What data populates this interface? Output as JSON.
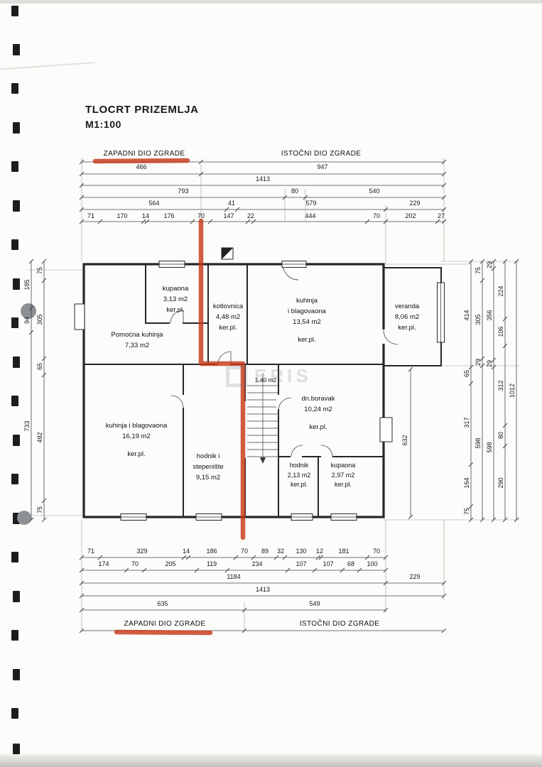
{
  "document": {
    "title": "TLOCRT PRIZEMLJA",
    "scale": "M1:100"
  },
  "section_labels": {
    "top_left": "ZAPADNI DIO ZGRADE",
    "top_right": "ISTOČNI DIO ZGRADE",
    "bottom_left": "ZAPADNI DIO ZGRADE",
    "bottom_right": "ISTOČNI DIO ZGRADE"
  },
  "top_dims": {
    "row1": [
      "466",
      "947"
    ],
    "row2": [
      "1413"
    ],
    "row3": [
      "793",
      "80",
      "540"
    ],
    "row4": [
      "564",
      "41",
      "579",
      "229"
    ],
    "row5": [
      "71",
      "170",
      "14",
      "176",
      "70",
      "147",
      "22",
      "444",
      "70",
      "202",
      "27"
    ]
  },
  "bottom_dims": {
    "row1": [
      "71",
      "329",
      "14",
      "186",
      "70",
      "89",
      "32",
      "130",
      "12",
      "181",
      "70"
    ],
    "row2": [
      "174",
      "70",
      "205",
      "119",
      "234",
      "107",
      "107",
      "68",
      "100"
    ],
    "row3": [
      "1184",
      "229"
    ],
    "row4": [
      "1413"
    ],
    "row5": [
      "635",
      "549"
    ]
  },
  "left_dims": {
    "outer": [
      "185",
      "94",
      "733"
    ],
    "inner": [
      "75",
      "305",
      "65",
      "492",
      "75"
    ]
  },
  "right_dims": {
    "col1": [
      "414",
      "65",
      "317",
      "164",
      "75"
    ],
    "col2": [
      "75",
      "305",
      "29",
      "598"
    ],
    "col3": [
      "29",
      "356",
      "29",
      "598"
    ],
    "col4": [
      "224",
      "106",
      "312",
      "80",
      "290"
    ],
    "col5": [
      "1012"
    ]
  },
  "plan": {
    "inner_dim": "632",
    "rooms": [
      {
        "lines": [
          "kupaona",
          "3,13 m2",
          "ker.pl."
        ]
      },
      {
        "lines": [
          "kotlovnica",
          "4,48 m2",
          "ker.pl."
        ]
      },
      {
        "lines": [
          "kuhinja",
          "i blagovaona",
          "13,54 m2",
          "ker.pl."
        ]
      },
      {
        "lines": [
          "veranda",
          "8,06 m2",
          "ker.pl."
        ]
      },
      {
        "lines": [
          "Pomoćna kuhinja",
          "7,33 m2"
        ]
      },
      {
        "lines": [
          "1,40 m2"
        ]
      },
      {
        "lines": [
          "dn.boravak",
          "10,24 m2",
          "ker.pl."
        ]
      },
      {
        "lines": [
          "kuhinja i blagovaona",
          "16,19 m2",
          "ker.pl."
        ]
      },
      {
        "lines": [
          "hodnik i",
          "stepenište",
          "9,15 m2"
        ]
      },
      {
        "lines": [
          "hodnik",
          "2,13 m2",
          "ker.pl."
        ]
      },
      {
        "lines": [
          "kupaona",
          "2,97 m2",
          "ker.pl."
        ]
      }
    ]
  },
  "watermark": "ERIS"
}
